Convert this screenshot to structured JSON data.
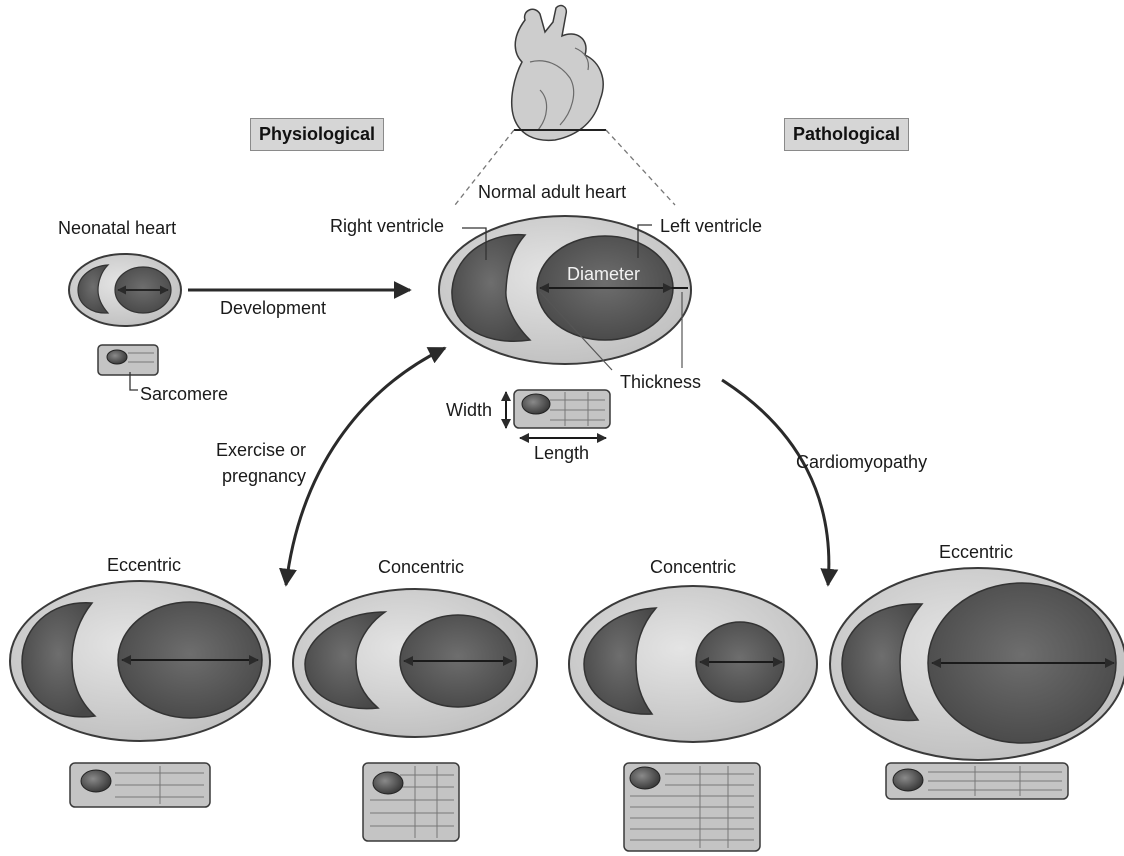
{
  "category_labels": {
    "physiological": "Physiological",
    "pathological": "Pathological"
  },
  "hearts": {
    "normal": "Normal adult heart",
    "neonatal": "Neonatal heart",
    "physiological_eccentric": "Eccentric",
    "physiological_concentric": "Concentric",
    "pathological_concentric": "Concentric",
    "pathological_eccentric": "Eccentric"
  },
  "anatomy_labels": {
    "right_ventricle": "Right ventricle",
    "left_ventricle": "Left ventricle",
    "diameter": "Diameter",
    "thickness": "Thickness",
    "sarcomere": "Sarcomere",
    "width": "Width",
    "length": "Length"
  },
  "transitions": {
    "development": "Development",
    "exercise_line1": "Exercise or",
    "exercise_line2": "pregnancy",
    "cardiomyopathy": "Cardiomyopathy"
  },
  "colors": {
    "myocardium_fill": "#d2d2d2",
    "chamber_fill": "#5c5c5c",
    "outline": "#3a3a3a",
    "cell_fill": "#c4c4c4",
    "tag_fill": "#d6d6d6"
  }
}
